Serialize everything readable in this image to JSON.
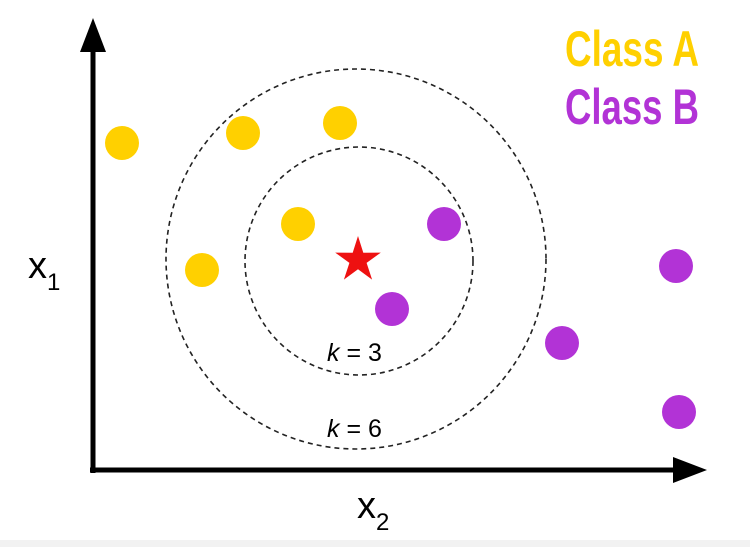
{
  "legend": {
    "class_a": "Class A",
    "class_b": "Class B"
  },
  "axes": {
    "y_label": "x",
    "y_sub": "1",
    "x_label": "x",
    "x_sub": "2"
  },
  "rings": {
    "inner_label_k": "k",
    "inner_label_rest": " = 3",
    "outer_label_k": "k",
    "outer_label_rest": " = 6"
  },
  "colors": {
    "class_a": "#FFD000",
    "class_b": "#B233D6",
    "query": "#EE1111",
    "axis": "#000000",
    "ring": "#222222"
  },
  "query_point": {
    "icon": "star-icon"
  }
}
